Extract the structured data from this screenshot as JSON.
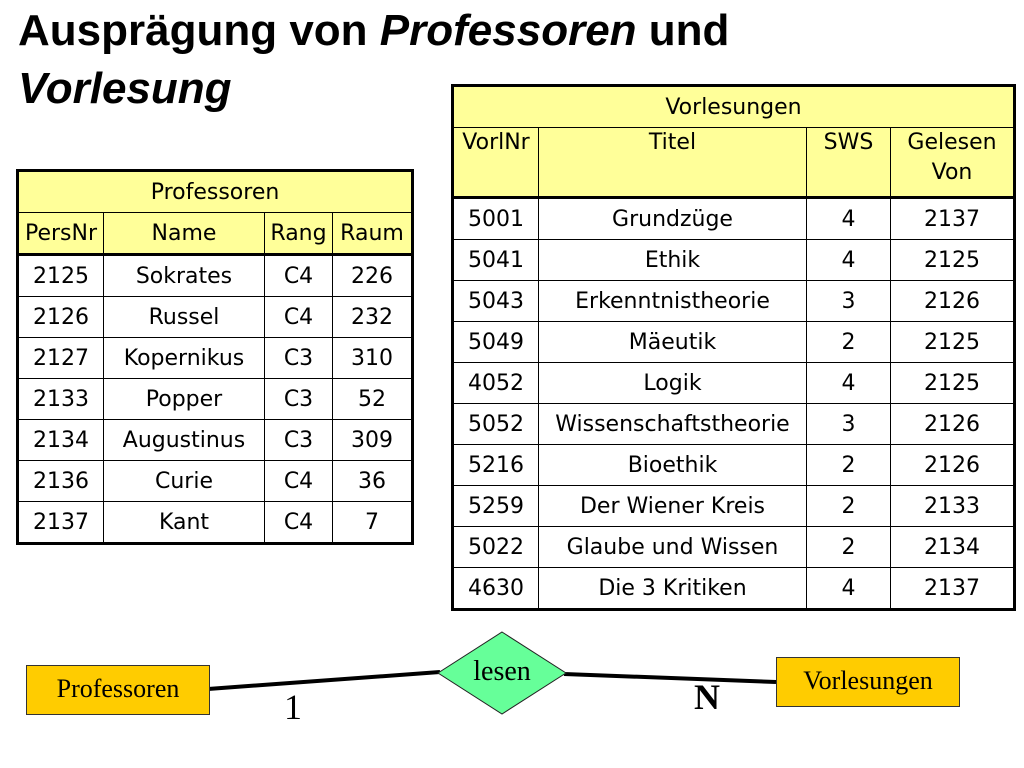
{
  "title": {
    "part1": "Ausprägung von ",
    "part2": "Professoren",
    "part3": " und ",
    "part4": "Vorlesung"
  },
  "professoren": {
    "caption": "Professoren",
    "columns": [
      "PersNr",
      "Name",
      "Rang",
      "Raum"
    ],
    "rows": [
      [
        "2125",
        "Sokrates",
        "C4",
        "226"
      ],
      [
        "2126",
        "Russel",
        "C4",
        "232"
      ],
      [
        "2127",
        "Kopernikus",
        "C3",
        "310"
      ],
      [
        "2133",
        "Popper",
        "C3",
        "52"
      ],
      [
        "2134",
        "Augustinus",
        "C3",
        "309"
      ],
      [
        "2136",
        "Curie",
        "C4",
        "36"
      ],
      [
        "2137",
        "Kant",
        "C4",
        "7"
      ]
    ]
  },
  "vorlesungen": {
    "caption": "Vorlesungen",
    "columns": [
      "VorlNr",
      "Titel",
      "SWS",
      "Gelesen Von"
    ],
    "rows": [
      [
        "5001",
        "Grundzüge",
        "4",
        "2137"
      ],
      [
        "5041",
        "Ethik",
        "4",
        "2125"
      ],
      [
        "5043",
        "Erkenntnistheorie",
        "3",
        "2126"
      ],
      [
        "5049",
        "Mäeutik",
        "2",
        "2125"
      ],
      [
        "4052",
        "Logik",
        "4",
        "2125"
      ],
      [
        "5052",
        "Wissenschaftstheorie",
        "3",
        "2126"
      ],
      [
        "5216",
        "Bioethik",
        "2",
        "2126"
      ],
      [
        "5259",
        "Der Wiener Kreis",
        "2",
        "2133"
      ],
      [
        "5022",
        "Glaube und Wissen",
        "2",
        "2134"
      ],
      [
        "4630",
        "Die 3 Kritiken",
        "4",
        "2137"
      ]
    ]
  },
  "er_diagram": {
    "entity_left": "Professoren",
    "relationship": "lesen",
    "entity_right": "Vorlesungen",
    "cardinality_left": "1",
    "cardinality_right": "N",
    "colors": {
      "entity_fill": "#ffcc00",
      "relationship_fill": "#66ff99",
      "table_header_fill": "#ffff99"
    }
  }
}
